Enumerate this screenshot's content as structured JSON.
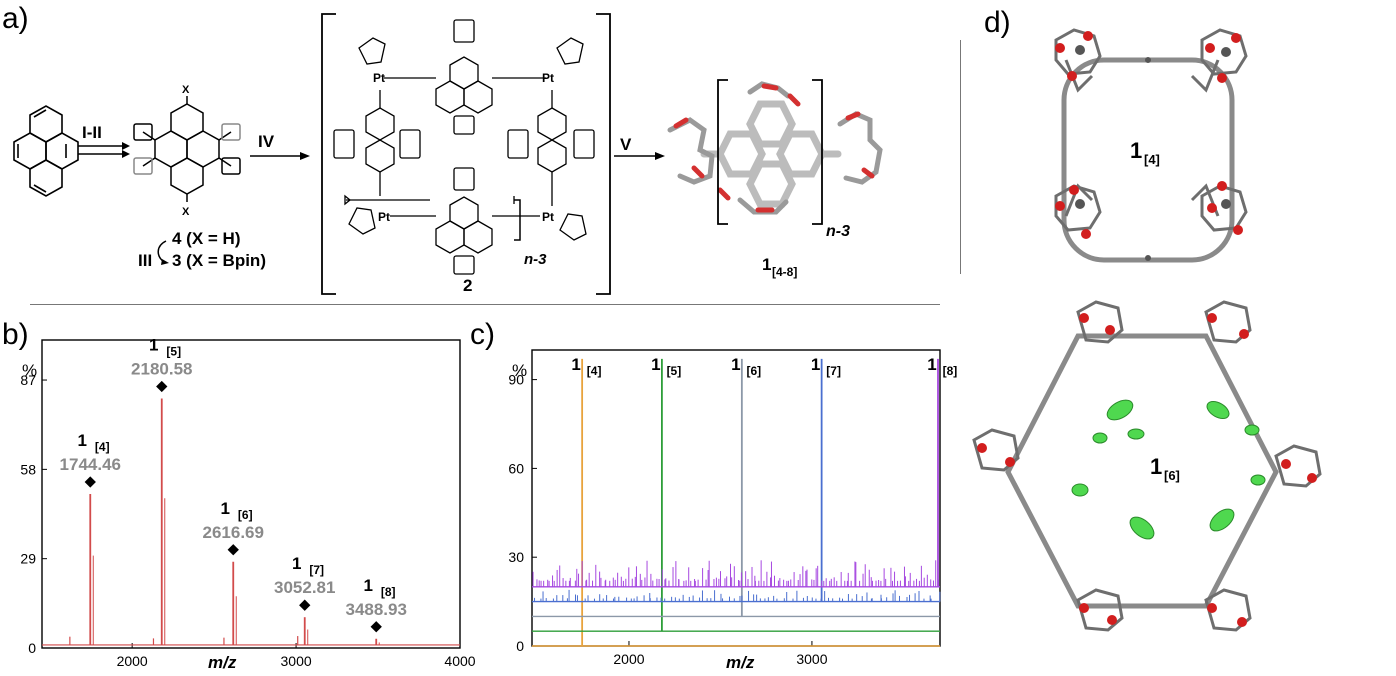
{
  "panels": {
    "a": "a)",
    "b": "b)",
    "c": "c)",
    "d": "d)"
  },
  "scheme": {
    "steps": {
      "s1": "I-II",
      "s3": "III",
      "s4": "IV",
      "s5": "V"
    },
    "compound4": "4 (X = H)",
    "compound3": "3 (X = Bpin)",
    "x_label": "X",
    "pt_label": "Pt",
    "repeat_label": "n-3",
    "compound2": "2",
    "product_main": "1",
    "product_sub": "[4-8]"
  },
  "colors": {
    "trace_b": "#d24b4b",
    "gray_text": "#8a8a8a",
    "c_orange": "#e8a33c",
    "c_green": "#2e9e3a",
    "c_gray": "#8c98a8",
    "c_blue": "#4a6fd0",
    "c_purple": "#a648e0",
    "oxygen_red": "#d21e1e",
    "carbon_gray": "#7a7a7a",
    "solvent_green": "#4fd84f"
  },
  "chart_data": [
    {
      "type": "line",
      "panel": "b",
      "xlabel": "m/z",
      "ylabel": "%",
      "xlim": [
        1450,
        4000
      ],
      "ylim": [
        0,
        100
      ],
      "xticks": [
        2000,
        3000,
        4000
      ],
      "yticks": [
        0,
        29,
        58,
        87
      ],
      "peaks": [
        {
          "name": "1",
          "sub": "[4]",
          "mz": 1744.46,
          "mz_label": "1744.46",
          "height": 50
        },
        {
          "name": "1",
          "sub": "[5]",
          "mz": 2180.58,
          "mz_label": "2180.58",
          "height": 81
        },
        {
          "name": "1",
          "sub": "[6]",
          "mz": 2616.69,
          "mz_label": "2616.69",
          "height": 28
        },
        {
          "name": "1",
          "sub": "[7]",
          "mz": 3052.81,
          "mz_label": "3052.81",
          "height": 10
        },
        {
          "name": "1",
          "sub": "[8]",
          "mz": 3488.93,
          "mz_label": "3488.93",
          "height": 3
        }
      ]
    },
    {
      "type": "line",
      "panel": "c",
      "xlabel": "m/z",
      "ylabel": "%",
      "xlim": [
        1470,
        3700
      ],
      "ylim": [
        0,
        100
      ],
      "xticks": [
        2000,
        3000
      ],
      "yticks": [
        0,
        30,
        60,
        90
      ],
      "series": [
        {
          "label": "1",
          "sub": "[4]",
          "peak_mz": 1744,
          "baseline": 0
        },
        {
          "label": "1",
          "sub": "[5]",
          "peak_mz": 2180,
          "baseline": 5
        },
        {
          "label": "1",
          "sub": "[6]",
          "peak_mz": 2617,
          "baseline": 10
        },
        {
          "label": "1",
          "sub": "[7]",
          "peak_mz": 3053,
          "baseline": 15
        },
        {
          "label": "1",
          "sub": "[8]",
          "peak_mz": 3689,
          "baseline": 20
        }
      ]
    }
  ],
  "crystal": {
    "top_label_main": "1",
    "top_label_sub": "[4]",
    "bottom_label_main": "1",
    "bottom_label_sub": "[6]"
  }
}
